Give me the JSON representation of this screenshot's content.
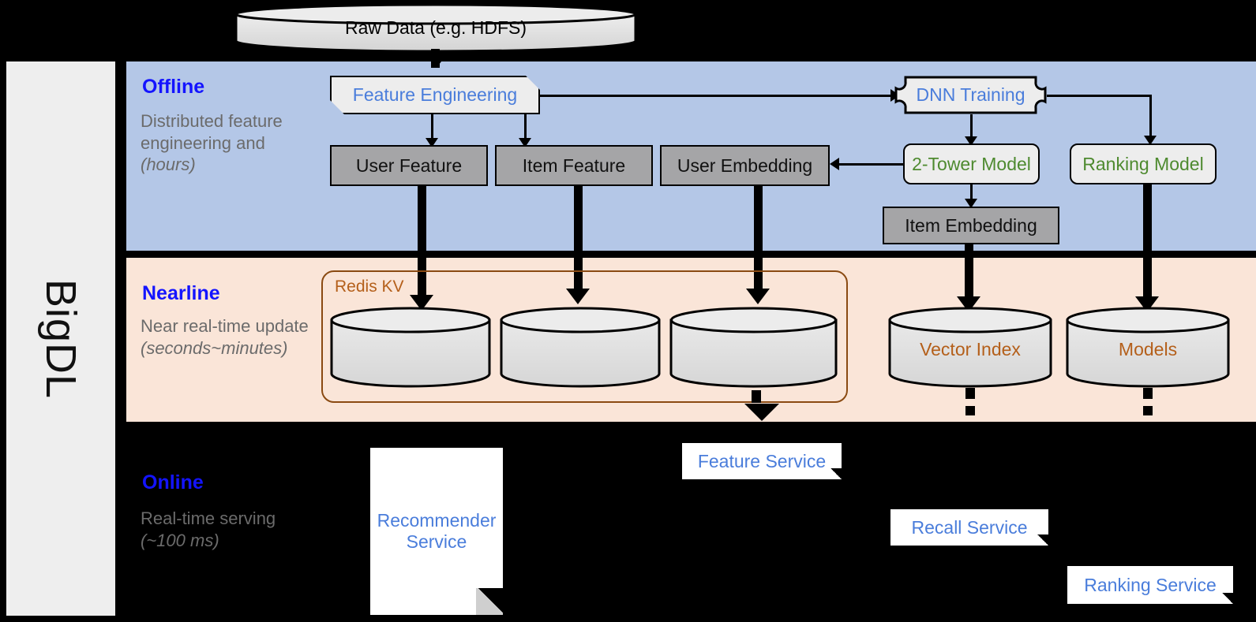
{
  "platform": {
    "name": "BigDL"
  },
  "source": {
    "label": "Raw Data (e.g. HDFS)"
  },
  "bands": [
    {
      "id": "offline",
      "title": "Offline",
      "subtitle": "Distributed feature engineering and ",
      "subtitle_em": "(hours)",
      "bg": "#b4c7e7"
    },
    {
      "id": "nearline",
      "title": "Nearline",
      "subtitle": "Near real-time update ",
      "subtitle_em": "(seconds~minutes)",
      "bg": "#fae5d8"
    },
    {
      "id": "online",
      "title": "Online",
      "subtitle": "Real-time serving ",
      "subtitle_em": "(~100 ms)",
      "bg": "#000000"
    }
  ],
  "offline": {
    "feature_engineering": "Feature Engineering",
    "dnn_training": "DNN Training",
    "user_feature": "User Feature",
    "item_feature": "Item Feature",
    "user_embedding": "User Embedding",
    "item_embedding": "Item Embedding",
    "two_tower_model": "2-Tower Model",
    "ranking_model": "Ranking Model"
  },
  "nearline": {
    "redis_kv": "Redis KV",
    "store_user_feature": "",
    "store_item_feature": "",
    "store_user_embedding": "",
    "vector_index": "Vector Index",
    "models": "Models"
  },
  "online": {
    "recommender_service": "Recommender Service",
    "feature_service": "Feature Service",
    "recall_service": "Recall Service",
    "ranking_service": "Ranking Service"
  },
  "colors": {
    "offline_bg": "#b4c7e7",
    "nearline_bg": "#fae5d8",
    "online_bg": "#000000",
    "band_title": "#1414ff",
    "band_subtitle": "#6b6b6b",
    "gray_node": "#a5a5a7",
    "light_node": "#ededed",
    "blue_text": "#4a7ddb",
    "green_text": "#4e8a2f",
    "brown_text": "#b45f1a",
    "service_text": "#4a7ddb"
  }
}
